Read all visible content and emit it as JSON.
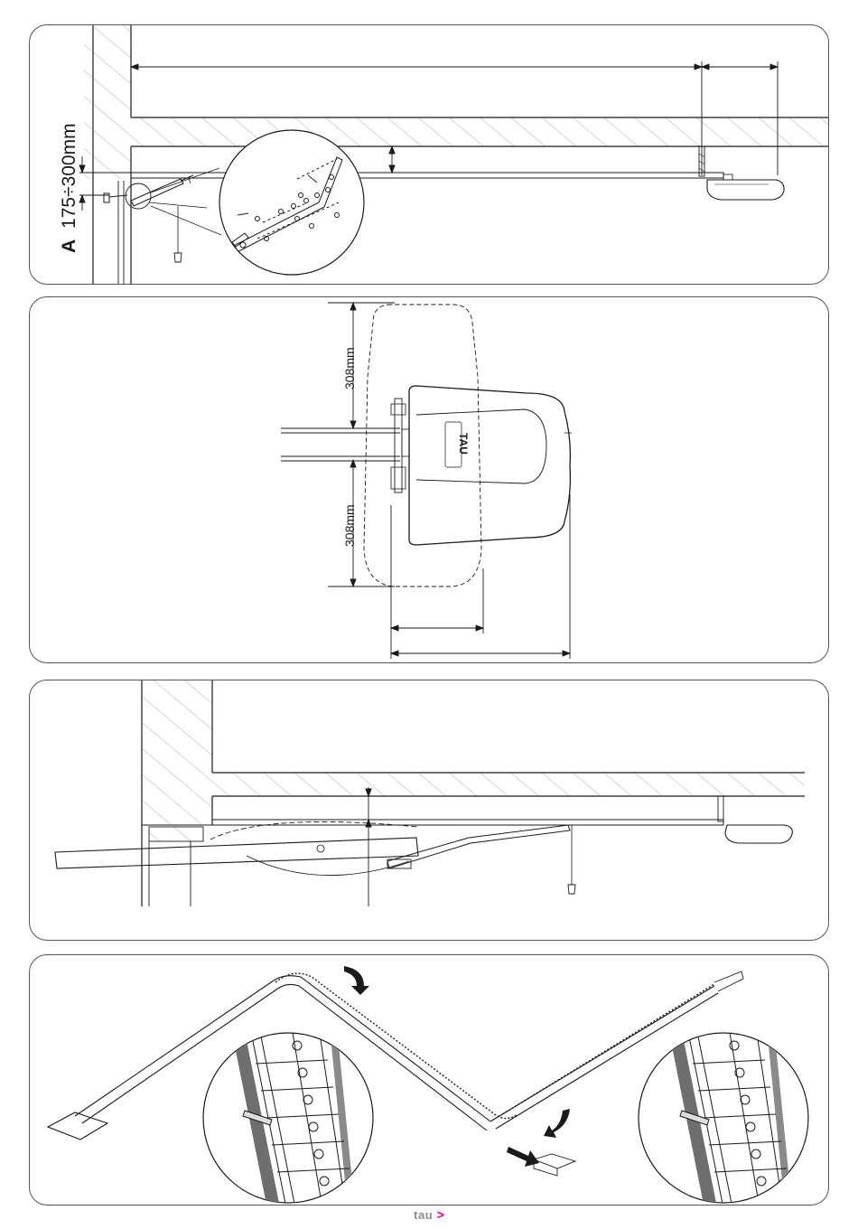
{
  "panel1": {
    "height_label": "175÷300mm",
    "height_marker": "A"
  },
  "panel2": {
    "top_dimension": "308mm",
    "bottom_dimension": "308mm",
    "motor_brand": "TAU"
  },
  "footer": {
    "brand": "tau",
    "arrow": ">"
  },
  "colors": {
    "accent": "#e6007e",
    "line": "#1a1a1a",
    "hatch": "#9a9a9a"
  }
}
